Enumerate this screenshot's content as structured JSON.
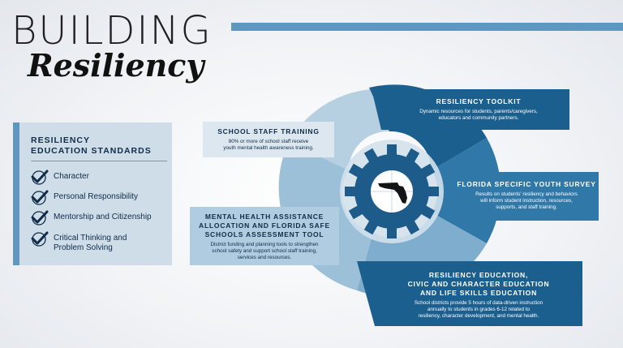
{
  "header": {
    "title_line1": "BUILDING",
    "title_line2": "Resiliency"
  },
  "standards": {
    "title_line1": "RESILIENCY",
    "title_line2": "EDUCATION STANDARDS",
    "items": [
      {
        "label": "Character"
      },
      {
        "label": "Personal Responsibility"
      },
      {
        "label": "Mentorship and Citizenship"
      },
      {
        "label_line1": "Critical Thinking and",
        "label_line2": "Problem Solving"
      }
    ]
  },
  "cards": {
    "staff_training": {
      "title": "SCHOOL STAFF TRAINING",
      "body_line1": "80% or more of school staff receive",
      "body_line2": "youth mental health awareness training."
    },
    "toolkit": {
      "title": "RESILIENCY TOOLKIT",
      "body_line1": "Dynamic resources for students, parents/caregivers,",
      "body_line2": "educators and community partners."
    },
    "survey": {
      "title": "FLORIDA SPECIFIC YOUTH SURVEY",
      "body_line1": "Results on students' resiliency and behaviors",
      "body_line2": "will inform student instruction, resources,",
      "body_line3": "supports, and staff training."
    },
    "mental_health": {
      "title_line1": "MENTAL HEALTH ASSISTANCE",
      "title_line2": "ALLOCATION AND FLORIDA SAFE",
      "title_line3": "SCHOOLS ASSESSMENT TOOL",
      "body_line1": "District funding and planning tools to strengthen",
      "body_line2": "school safety and support school staff training,",
      "body_line3": "services and resources."
    },
    "education": {
      "title_line1": "RESILIENCY EDUCATION,",
      "title_line2": "CIVIC AND CHARACTER EDUCATION",
      "title_line3": "AND LIFE SKILLS EDUCATION",
      "body_line1": "School districts provide 5 hours of data-driven instruction",
      "body_line2": "annually to students in grades 6-12 related to",
      "body_line3": "resiliency, character development, and mental health."
    }
  },
  "colors": {
    "navy": "#0f2c49",
    "dark_blue": "#1b5f8f",
    "mid_blue": "#2f78a8",
    "light_blue": "#7fadcd",
    "pale_blue": "#b6cfe1",
    "accent": "#5f97bf"
  },
  "icons": {
    "check": "check-icon",
    "state": "florida-map-icon",
    "gear": "gear-icon"
  }
}
